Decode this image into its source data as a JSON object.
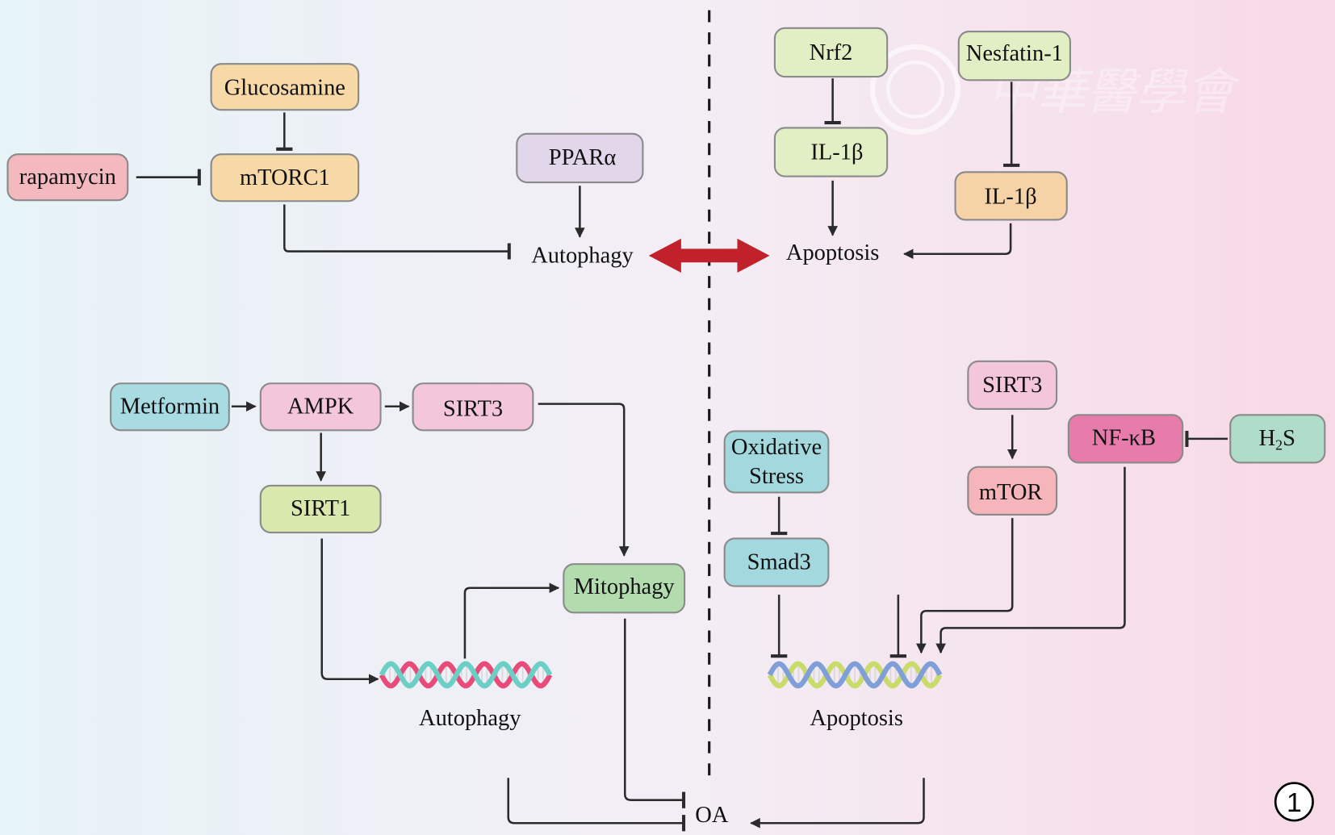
{
  "figure": {
    "panel_number": "1",
    "watermark": "中華醫學會",
    "center_node": "OA",
    "colors": {
      "bg_left": "#e6f3f7",
      "bg_mid": "#f3eef5",
      "bg_right": "#f8d9e6",
      "double_arrow": "#c0212a",
      "edge": "#2b2b2b"
    }
  },
  "nodes": {
    "glucosamine": {
      "label": "Glucosamine",
      "color": "#f6d9a6"
    },
    "rapamycin": {
      "label": "rapamycin",
      "color": "#f3b9bf"
    },
    "mtorc1": {
      "label": "mTORC1",
      "color": "#f6d9a6"
    },
    "ppara": {
      "label": "PPARα",
      "color": "#e2d6ea"
    },
    "nrf2": {
      "label": "Nrf2",
      "color": "#e2efc4"
    },
    "il1b_a": {
      "label": "IL-1β",
      "color": "#e2efc4"
    },
    "nesfatin": {
      "label": "Nesfatin-1",
      "color": "#e2efc4"
    },
    "il1b_b": {
      "label": "IL-1β",
      "color": "#f6d3a6"
    },
    "metformin": {
      "label": "Metformin",
      "color": "#a9dbe3"
    },
    "ampk": {
      "label": "AMPK",
      "color": "#f4c6db"
    },
    "sirt3_l": {
      "label": "SIRT3",
      "color": "#f4c6db"
    },
    "sirt1": {
      "label": "SIRT1",
      "color": "#d9e8ad"
    },
    "mitophagy": {
      "label": "Mitophagy",
      "color": "#b2dcae"
    },
    "oxstress": {
      "label_line1": "Oxidative",
      "label_line2": "Stress",
      "color": "#a2d8de"
    },
    "smad3": {
      "label": "Smad3",
      "color": "#a2d8de"
    },
    "sirt3_r": {
      "label": "SIRT3",
      "color": "#f4c6db"
    },
    "mtor": {
      "label": "mTOR",
      "color": "#f5b5bb"
    },
    "nfkb": {
      "label": "NF-κB",
      "color": "#e77bab"
    },
    "h2s": {
      "label_main": "H",
      "label_sub": "2",
      "label_tail": "S",
      "color": "#b0dcca"
    }
  },
  "labels": {
    "autophagy_top": "Autophagy",
    "apoptosis_top": "Apoptosis",
    "autophagy_bottom": "Autophagy",
    "apoptosis_bottom": "Apoptosis",
    "oa": "OA"
  },
  "edges": [
    {
      "from": "Glucosamine",
      "to": "mTORC1",
      "type": "inhibit"
    },
    {
      "from": "rapamycin",
      "to": "mTORC1",
      "type": "inhibit"
    },
    {
      "from": "mTORC1",
      "to": "Autophagy",
      "type": "inhibit"
    },
    {
      "from": "PPARα",
      "to": "Autophagy",
      "type": "activate"
    },
    {
      "from": "Autophagy",
      "to": "Apoptosis",
      "type": "bidirectional"
    },
    {
      "from": "Nrf2",
      "to": "IL-1β",
      "type": "inhibit"
    },
    {
      "from": "IL-1β",
      "to": "Apoptosis",
      "type": "activate"
    },
    {
      "from": "Nesfatin-1",
      "to": "IL-1β",
      "type": "inhibit"
    },
    {
      "from": "IL-1β",
      "to": "Apoptosis",
      "type": "activate"
    },
    {
      "from": "Metformin",
      "to": "AMPK",
      "type": "activate"
    },
    {
      "from": "AMPK",
      "to": "SIRT3",
      "type": "activate"
    },
    {
      "from": "AMPK",
      "to": "SIRT1",
      "type": "activate"
    },
    {
      "from": "SIRT3",
      "to": "Mitophagy",
      "type": "activate"
    },
    {
      "from": "SIRT1",
      "to": "Autophagy",
      "type": "activate"
    },
    {
      "from": "Autophagy",
      "to": "Mitophagy",
      "type": "activate"
    },
    {
      "from": "Mitophagy",
      "to": "OA",
      "type": "inhibit"
    },
    {
      "from": "Autophagy",
      "to": "OA",
      "type": "inhibit"
    },
    {
      "from": "Oxidative Stress",
      "to": "Smad3",
      "type": "inhibit"
    },
    {
      "from": "Smad3",
      "to": "Apoptosis",
      "type": "inhibit"
    },
    {
      "from": "SIRT3",
      "to": "mTOR",
      "type": "activate"
    },
    {
      "from": "mTOR",
      "to": "Apoptosis",
      "type": "activate"
    },
    {
      "from": "H2S",
      "to": "NF-κB",
      "type": "inhibit"
    },
    {
      "from": "NF-κB",
      "to": "Apoptosis",
      "type": "activate"
    },
    {
      "from": "Apoptosis",
      "to": "OA",
      "type": "activate"
    }
  ]
}
